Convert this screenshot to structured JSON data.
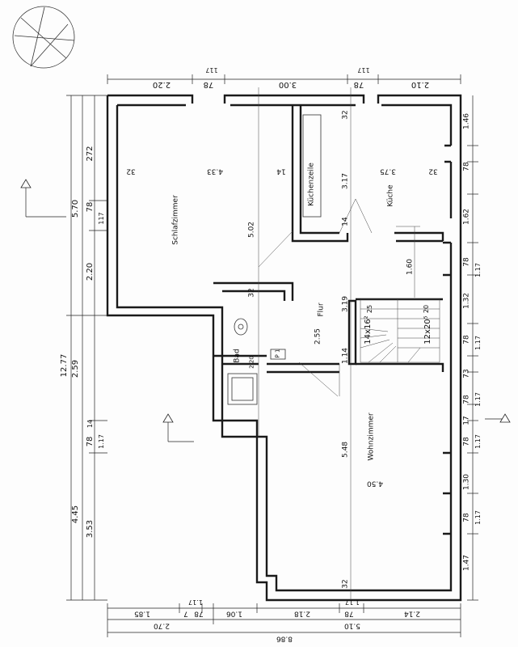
{
  "rooms": {
    "schlafzimmer": "Schlafzimmer",
    "kuechenzeile": "Küchenzeile",
    "kueche": "Küche",
    "flur": "Flur",
    "bad": "Bad",
    "wohnzimmer": "Wohnzimmer"
  },
  "stairs": {
    "left": "14x16²",
    "right": "12x20⁵",
    "tread_a": "25",
    "tread_b": "20"
  },
  "dims": {
    "top_220": "2.20",
    "top_78a": "78",
    "top_117a": "117",
    "top_300": "3.00",
    "top_78b": "78",
    "top_117b": "117",
    "top_210": "2.10",
    "in_32a": "32",
    "in_433": "4.33",
    "in_14a": "14",
    "in_375": "3.75",
    "in_32b": "32",
    "in_32c": "32",
    "in_317": "3.17",
    "in_14b": "14",
    "in_502": "5.02",
    "in_160": "1.60",
    "in_32d": "32",
    "in_319": "3.19",
    "in_255": "2.55",
    "in_114": "1.14",
    "in_548": "5.48",
    "in_450": "4.50",
    "in_32e": "32",
    "left_1277": "12.77",
    "left_570": "5.70",
    "left_259": "2.59",
    "left_445": "4.45",
    "left_272": "272",
    "left_78a": "78",
    "left_117a": "117",
    "left_220": "2.20",
    "left_14": "14",
    "left_78b": "78",
    "left_117b": "1.17",
    "left_353": "3.53",
    "right_146": "1.46",
    "right_78a": "78",
    "right_162": "1.62",
    "right_78b": "78",
    "right_117a": "1.17",
    "right_132": "1.32",
    "right_78c": "78",
    "right_117b": "1.17",
    "right_73": "73",
    "right_78d": "78",
    "right_117c": "1.17",
    "right_17": "17",
    "right_78e": "78",
    "right_117d": "1.17",
    "right_130": "1.30",
    "right_78f": "78",
    "right_117e": "1.17",
    "right_147": "1.47",
    "bot_185": "1.85",
    "bot_117": "1.17",
    "bot_7": "7",
    "bot_78a": "78",
    "bot_106": "1.06",
    "bot_218": "2.18",
    "bot_78b": "78",
    "bot_117b": "1.17",
    "bot_214": "2.14",
    "bot_270": "2.70",
    "bot_510": "5.10",
    "bot_886": "8.86"
  },
  "fixtures": {
    "sink_tag": "P 1",
    "dim_bath": "2.20"
  }
}
